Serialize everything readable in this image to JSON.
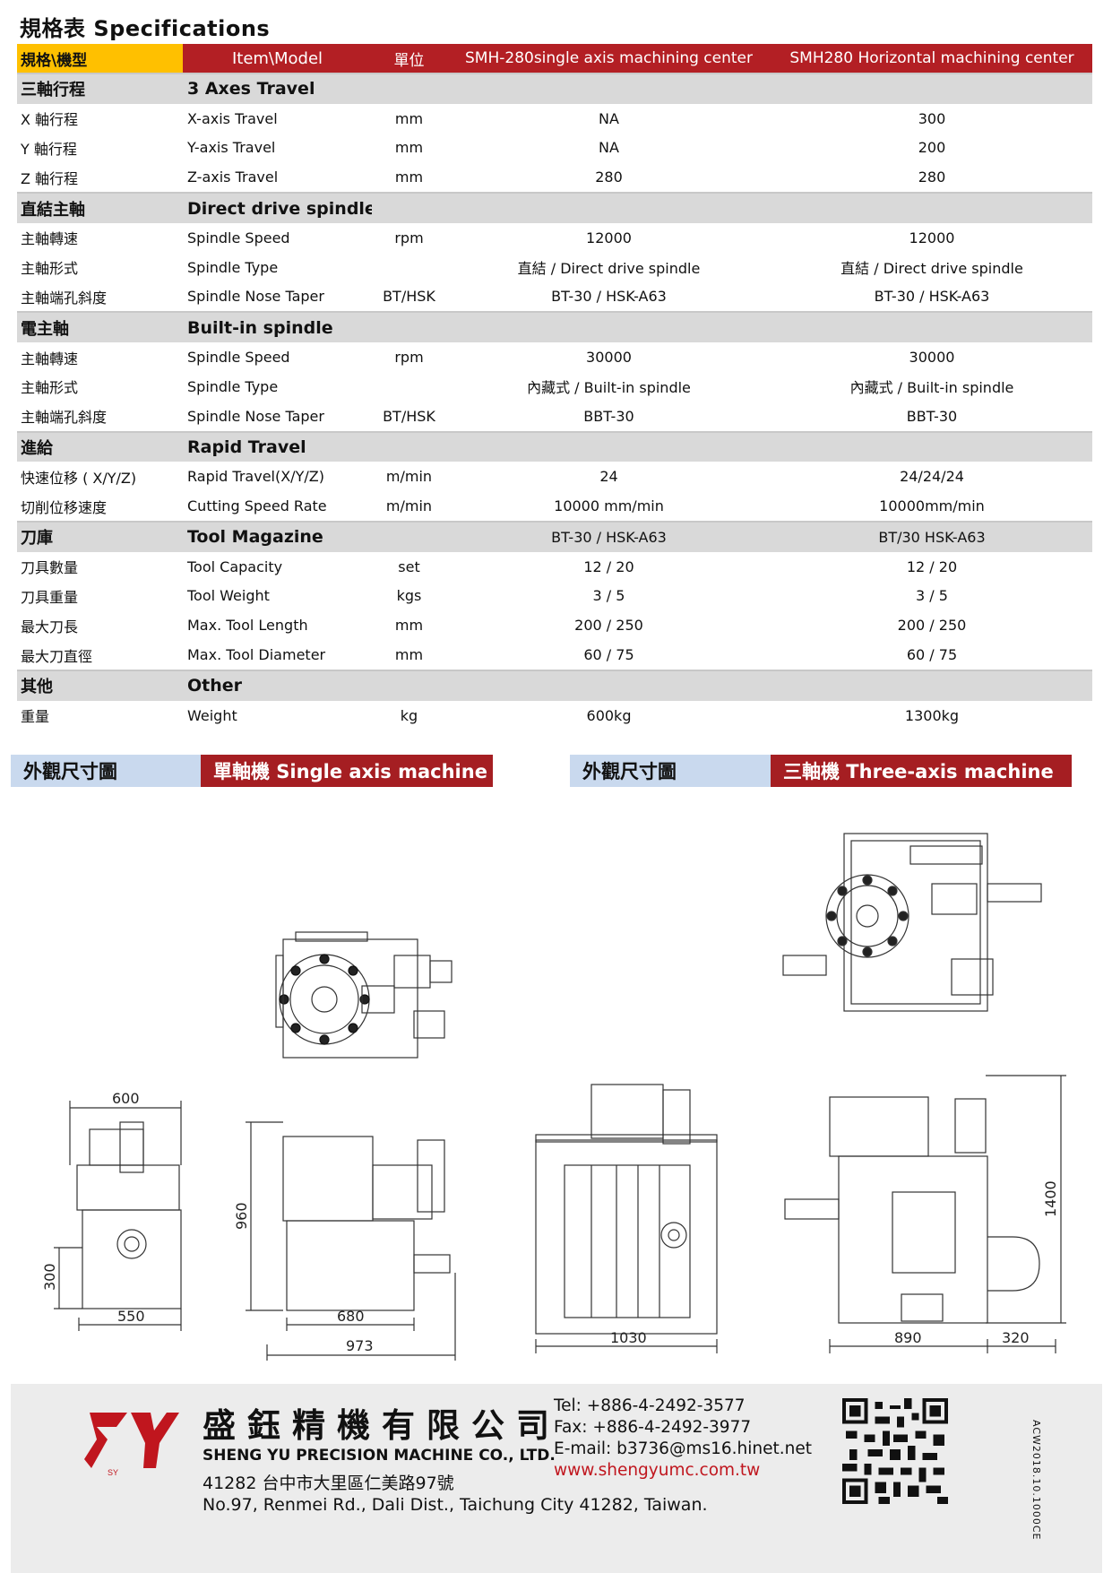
{
  "page_title": "規格表 Specifications",
  "header": {
    "spec_model": "規格\\機型",
    "item_model": "Item\\Model",
    "unit": "單位",
    "model_a": "SMH-280single axis machining center",
    "model_b": "SMH280 Horizontal machining center"
  },
  "rows": [
    {
      "type": "section",
      "cn": "三軸行程",
      "en": "3 Axes Travel",
      "unit": "",
      "a": "",
      "b": ""
    },
    {
      "type": "row",
      "cn": "X 軸行程",
      "en": "X-axis Travel",
      "unit": "mm",
      "a": "NA",
      "b": "300"
    },
    {
      "type": "row",
      "cn": "Y 軸行程",
      "en": "Y-axis Travel",
      "unit": "mm",
      "a": "NA",
      "b": "200"
    },
    {
      "type": "row",
      "cn": "Z 軸行程",
      "en": "Z-axis Travel",
      "unit": "mm",
      "a": "280",
      "b": "280"
    },
    {
      "type": "section",
      "cn": "直結主軸",
      "en": "Direct drive spindle",
      "unit": "",
      "a": "",
      "b": ""
    },
    {
      "type": "row",
      "cn": "主軸轉速",
      "en": "Spindle Speed",
      "unit": "rpm",
      "a": "12000",
      "b": "12000"
    },
    {
      "type": "row",
      "cn": "主軸形式",
      "en": "Spindle Type",
      "unit": "",
      "a": "直結 / Direct drive spindle",
      "b": "直結 / Direct drive spindle"
    },
    {
      "type": "row",
      "cn": "主軸端孔斜度",
      "en": "Spindle Nose Taper",
      "unit": "BT/HSK",
      "a": "BT-30 / HSK-A63",
      "b": "BT-30 / HSK-A63"
    },
    {
      "type": "section",
      "cn": "電主軸",
      "en": "Built-in spindle",
      "unit": "",
      "a": "",
      "b": ""
    },
    {
      "type": "row",
      "cn": "主軸轉速",
      "en": "Spindle Speed",
      "unit": "rpm",
      "a": "30000",
      "b": "30000",
      "small": true
    },
    {
      "type": "row",
      "cn": "主軸形式",
      "en": "Spindle Type",
      "unit": "",
      "a": "內藏式 / Built-in spindle",
      "b": "內藏式 / Built-in spindle",
      "small": true
    },
    {
      "type": "row",
      "cn": "主軸端孔斜度",
      "en": "Spindle Nose Taper",
      "unit": "BT/HSK",
      "a": "BBT-30",
      "b": "BBT-30",
      "small": true
    },
    {
      "type": "section",
      "cn": "進給",
      "en": "Rapid Travel",
      "unit": "",
      "a": "",
      "b": ""
    },
    {
      "type": "row",
      "cn": "快速位移 ( X/Y/Z)",
      "en": "Rapid Travel(X/Y/Z)",
      "unit": "m/min",
      "a": "24",
      "b": "24/24/24",
      "small": true
    },
    {
      "type": "row",
      "cn": "切削位移速度",
      "en": "Cutting Speed Rate",
      "unit": "m/min",
      "a": "10000 mm/min",
      "b": "10000mm/min",
      "small": true
    },
    {
      "type": "section",
      "cn": "刀庫",
      "en": "Tool Magazine",
      "unit": "",
      "a": "BT-30 / HSK-A63",
      "b": "BT/30 HSK-A63"
    },
    {
      "type": "row",
      "cn": "刀具數量",
      "en": "Tool Capacity",
      "unit": "set",
      "a": "12 / 20",
      "b": "12 / 20",
      "small": true
    },
    {
      "type": "row",
      "cn": "刀具重量",
      "en": "Tool Weight",
      "unit": "kgs",
      "a": "3 / 5",
      "b": "3 / 5",
      "small": true
    },
    {
      "type": "row",
      "cn": "最大刀長",
      "en": "Max. Tool Length",
      "unit": "mm",
      "a": "200 / 250",
      "b": "200 / 250",
      "small": true
    },
    {
      "type": "row",
      "cn": "最大刀直徑",
      "en": "Max. Tool Diameter",
      "unit": "mm",
      "a": "60 / 75",
      "b": "60 / 75",
      "small": true
    },
    {
      "type": "section",
      "cn": "其他",
      "en": "Other",
      "unit": "",
      "a": "",
      "b": ""
    },
    {
      "type": "row",
      "cn": "重量",
      "en": "Weight",
      "unit": "kg",
      "a": "600kg",
      "b": "1300kg",
      "small": true
    }
  ],
  "drawings": {
    "left_label": "外觀尺寸圖",
    "left_title": "單軸機  Single axis machine",
    "right_label": "外觀尺寸圖",
    "right_title": "三軸機  Three-axis machine",
    "dims": {
      "d600": "600",
      "d550": "550",
      "d300": "300",
      "d960": "960",
      "d680": "680",
      "d973": "973",
      "d1030": "1030",
      "d890": "890",
      "d320": "320",
      "d1400": "1400"
    }
  },
  "footer": {
    "company_cn": "盛鈺精機有限公司",
    "company_en": "SHENG YU PRECISION MACHINE CO., LTD.",
    "address_cn": "41282 台中市大里區仁美路97號",
    "address_en": "No.97, Renmei Rd., Dali Dist., Taichung City 41282, Taiwan.",
    "tel": "Tel: +886-4-2492-3577",
    "fax": "Fax: +886-4-2492-3977",
    "email": "E-mail: b3736@ms16.hinet.net",
    "website": "www.shengyumc.com.tw",
    "doc_no": "ACW2018.10.1000CE",
    "logo_text": "SY",
    "brand_color": "#c0161e"
  }
}
